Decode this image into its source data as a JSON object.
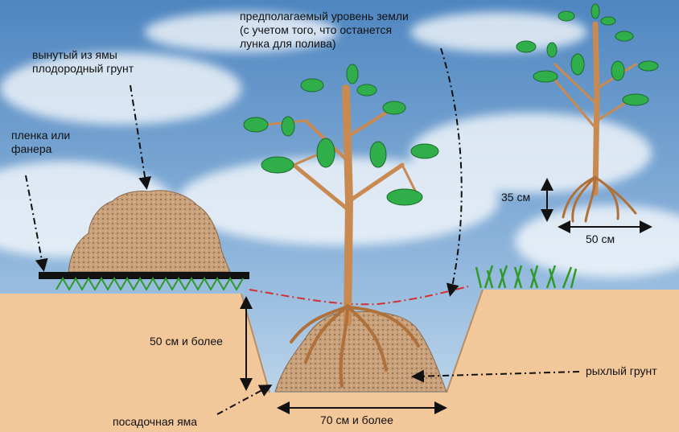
{
  "labels": {
    "soil_removed": "вынутый из ямы\nплодородный грунт",
    "film": "пленка или\nфанера",
    "ground_level": "предполагаемый уровень земли\n(с учетом того, что останется\nлунка для полива)",
    "depth": "50 см и более",
    "width": "70 см и более",
    "loose_soil": "рыхлый грунт",
    "pit": "посадочная яма",
    "root_height": "35 см",
    "root_width": "50 см"
  },
  "colors": {
    "sky": "#6f9bc9",
    "earth": "#f2c79a",
    "soil_mound": "#c8a07a",
    "trunk": "#c98a52",
    "leaf": "#2fae4a",
    "grass": "#2f9a2a",
    "level_line": "#d23030"
  },
  "icons": {
    "arrow": "dash-dot-arrow-icon",
    "tree": "seedling-tree-icon"
  }
}
